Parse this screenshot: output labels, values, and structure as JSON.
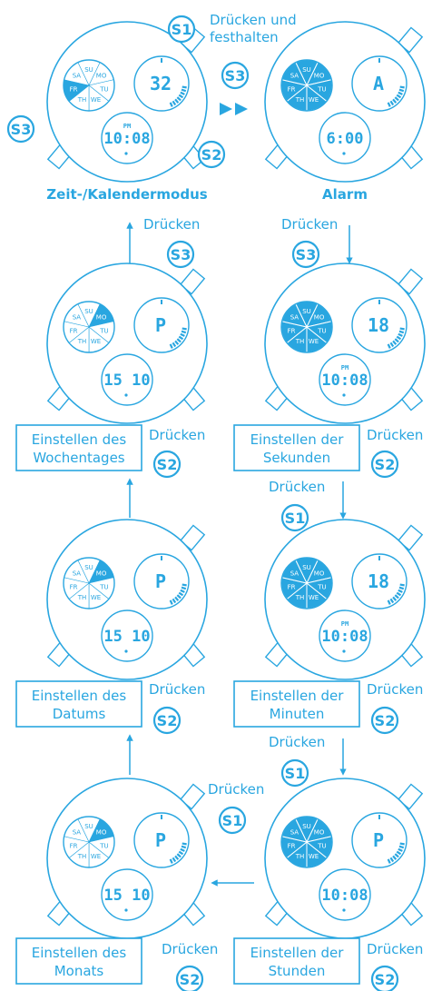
{
  "color": "#29a6e0",
  "buttons": {
    "s1": "S1",
    "s2": "S2",
    "s3": "S3"
  },
  "press": "Drücken",
  "press_hold_line1": "Drücken und",
  "press_hold_line2": "festhalten",
  "days": [
    "SU",
    "MO",
    "TU",
    "WE",
    "TH",
    "FR",
    "SA"
  ],
  "watch1": {
    "caption": "Zeit-/Kalendermodus",
    "sub_value": "32",
    "time_prefix": "PM",
    "time": "10:08"
  },
  "watch2": {
    "caption": "Alarm",
    "sub_value": "A",
    "time": "6:00"
  },
  "watch3": {
    "sub_value": "P",
    "time": "15 10",
    "box_line1": "Einstellen des",
    "box_line2": "Wochentages"
  },
  "watch4": {
    "sub_value": "18",
    "time_prefix": "PM",
    "time": "10:08",
    "box_line1": "Einstellen der",
    "box_line2": "Sekunden"
  },
  "watch5": {
    "sub_value": "P",
    "time": "15 10",
    "box_line1": "Einstellen des",
    "box_line2": "Datums"
  },
  "watch6": {
    "sub_value": "18",
    "time_prefix": "PM",
    "time": "10:08",
    "box_line1": "Einstellen der",
    "box_line2": "Minuten"
  },
  "watch7": {
    "sub_value": "P",
    "time": "15 10",
    "box_line1": "Einstellen des",
    "box_line2": "Monats"
  },
  "watch8": {
    "sub_value": "P",
    "time": "10:08",
    "box_line1": "Einstellen der",
    "box_line2": "Stunden"
  }
}
